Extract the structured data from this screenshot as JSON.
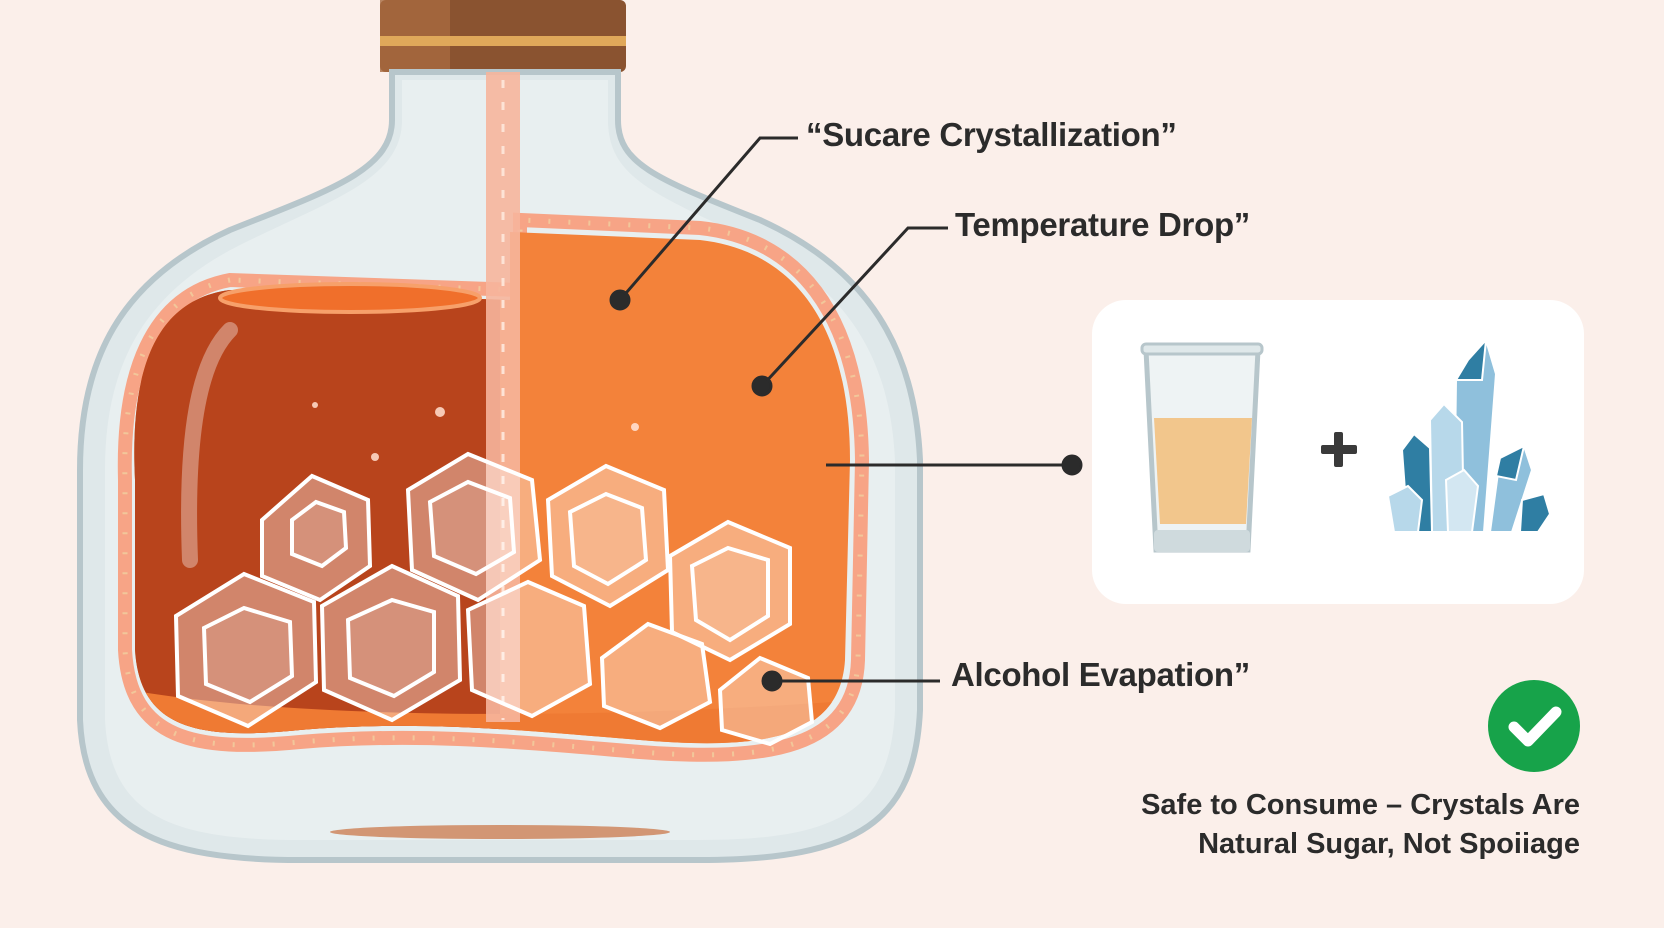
{
  "labels": {
    "crystallization": "“Sucare Crystallization”",
    "temperature_drop": "Temperature Drop”",
    "alcohol_evaporation": "Alcohol Evapation”"
  },
  "safety_note": {
    "line1": "Safe to Consume – Crystals Are",
    "line2": "Natural Sugar, Not Spoiiage"
  },
  "icons": {
    "bottle": "bottle-icon",
    "glass": "glass-icon",
    "plus": "plus-icon",
    "crystals": "crystal-cluster-icon",
    "check": "check-icon"
  },
  "colors": {
    "background": "#fbefea",
    "liquid_dark": "#b8441c",
    "liquid_light": "#f3823a",
    "cork": "#8a5330",
    "glass": "#dfe8ea",
    "check_green": "#17a34a",
    "crystal_blue": "#8fc0dc"
  }
}
